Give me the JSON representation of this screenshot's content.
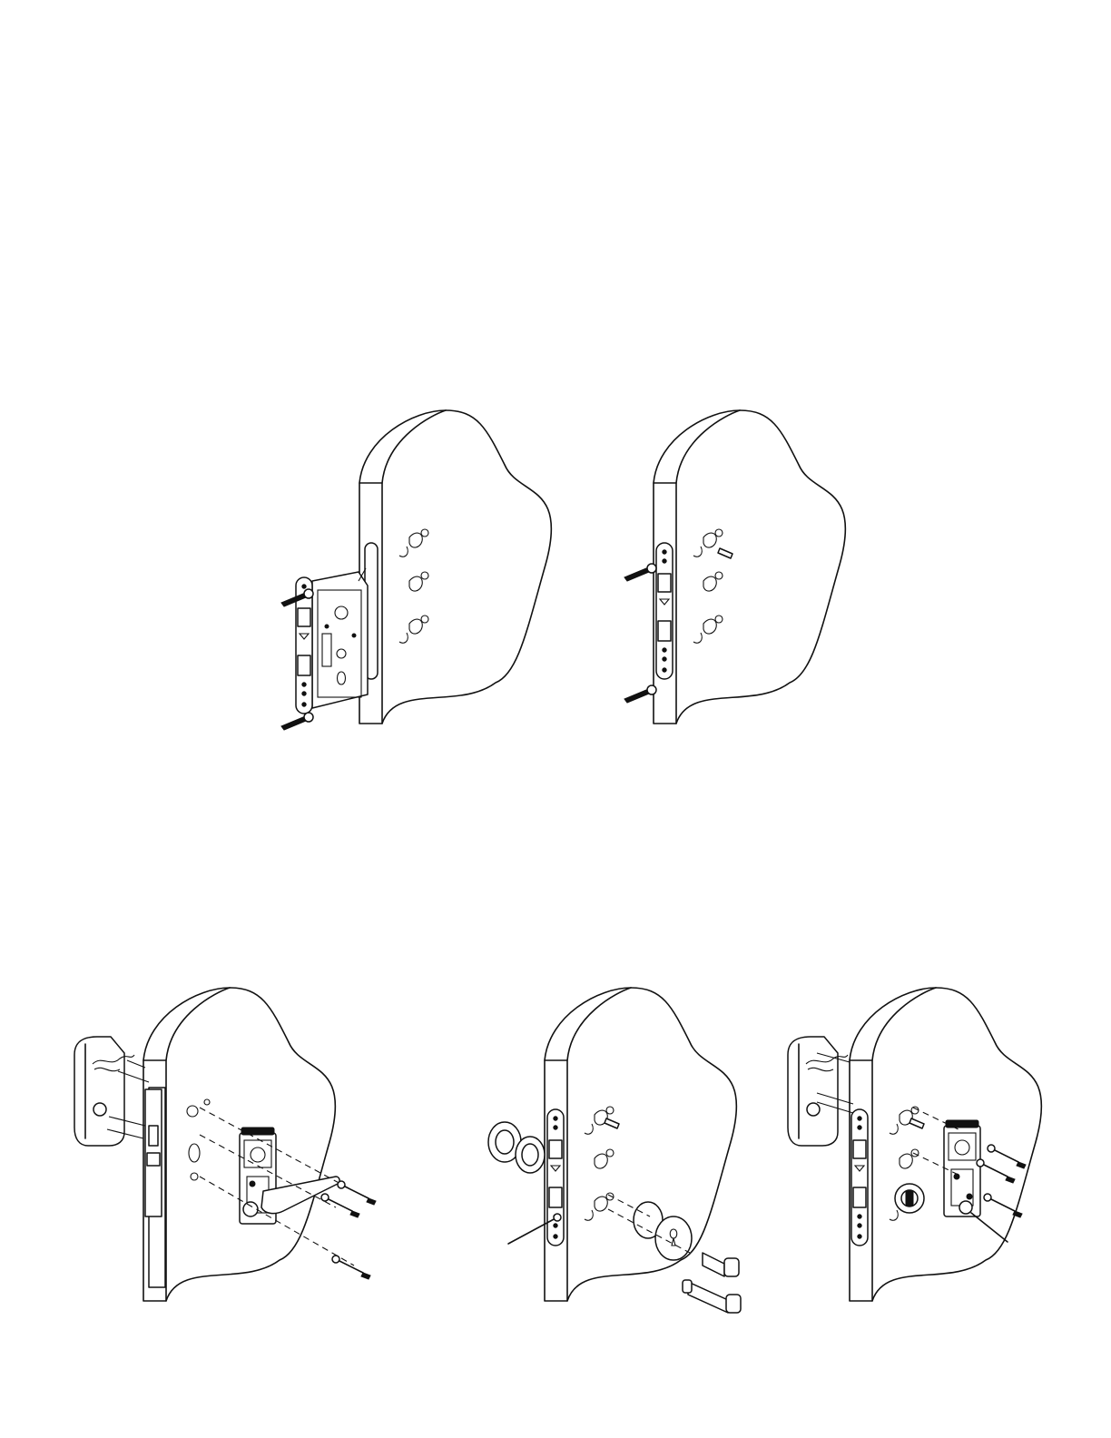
{
  "document": {
    "type": "installation illustration",
    "steps": [
      {
        "id": "install-mortise-lock",
        "figure": "top-left"
      },
      {
        "id": "mortise-installed",
        "figure": "top-right"
      },
      {
        "id": "install-interior-handle-set",
        "figure": "bottom-left"
      },
      {
        "id": "install-cylinder-and-escutcheon",
        "figure": "bottom-middle"
      },
      {
        "id": "install-thumbturn-assembly",
        "figure": "bottom-right"
      }
    ]
  }
}
